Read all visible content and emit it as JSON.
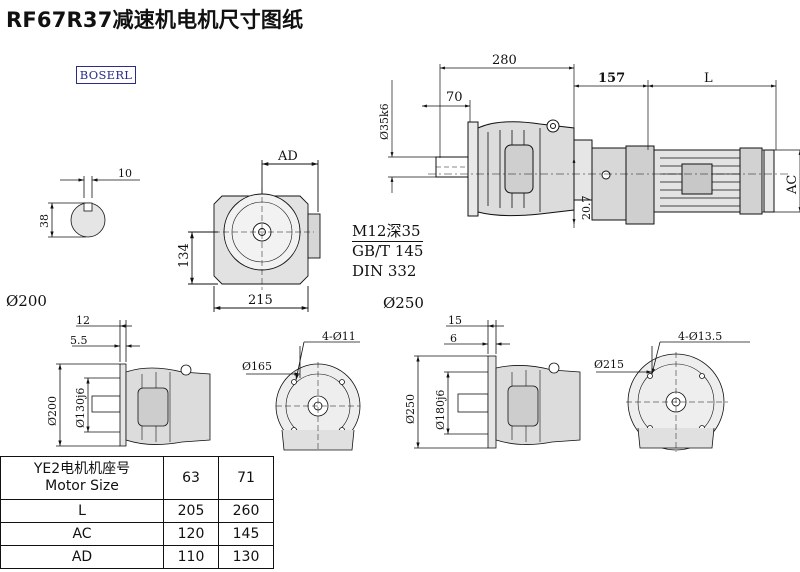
{
  "title": "RF67R37减速机电机尺寸图纸",
  "brand": "BOSERL",
  "dimensions": {
    "d280": "280",
    "d157": "157",
    "dL": "L",
    "d70": "70",
    "shaft35": "Ø35k6",
    "d207": "20.7",
    "dAC": "AC",
    "dAD": "AD",
    "d10": "10",
    "d38": "38",
    "d134": "134",
    "d215": "215",
    "flange200": {
      "d12": "12",
      "d55": "5.5",
      "dia200": "Ø200",
      "dia130": "Ø130j6",
      "dia165": "Ø165",
      "holes": "4-Ø11"
    },
    "flange250": {
      "d15": "15",
      "d6": "6",
      "dia250": "Ø250",
      "dia180": "Ø180j6",
      "dia215": "Ø215",
      "holes": "4-Ø13.5"
    }
  },
  "notes": {
    "m12": "M12深35",
    "gbt": "GB/T 145",
    "din": "DIN 332"
  },
  "size_labels": {
    "s200": "Ø200",
    "s250": "Ø250"
  },
  "table": {
    "header_line1": "YE2电机机座号",
    "header_line2": "Motor Size",
    "col_63": "63",
    "col_71": "71",
    "rows": [
      {
        "label": "L",
        "v63": "205",
        "v71": "260"
      },
      {
        "label": "AC",
        "v63": "120",
        "v71": "145"
      },
      {
        "label": "AD",
        "v63": "110",
        "v71": "130"
      }
    ]
  }
}
